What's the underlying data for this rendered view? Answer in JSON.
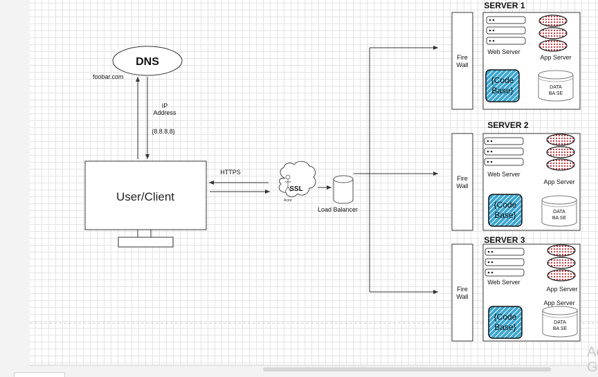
{
  "dns": {
    "label": "DNS",
    "domain_name": "foobar.com"
  },
  "ip": {
    "line1": "IP",
    "line2": "Address",
    "value": "(8.8.8.8)"
  },
  "client": {
    "label": "User/Client"
  },
  "connection": {
    "https": "HTTPS"
  },
  "ssl": {
    "label": "SSL",
    "actor_label": "Actor"
  },
  "load_balancer": {
    "label": "Load Balancer"
  },
  "firewall": {
    "line1": "Fire",
    "line2": "Wall"
  },
  "servers": [
    {
      "title": "SERVER 1",
      "web_label": "Web Server",
      "app_label": "App Server",
      "app_label_2": "",
      "code_line1": "{Code",
      "code_line2": "Base}",
      "db_line1": "DATA",
      "db_line2": "BA SE"
    },
    {
      "title": "SERVER 2",
      "web_label": "Web Server",
      "app_label": "App Server",
      "app_label_2": "",
      "code_line1": "{Code",
      "code_line2": "Base}",
      "db_line1": "DATA",
      "db_line2": "BA SE"
    },
    {
      "title": "SERVER 3",
      "web_label": "Web Server",
      "app_label": "App Server",
      "app_label_2": "App Server",
      "code_line1": "{Code",
      "code_line2": "Base}",
      "db_line1": "DATA",
      "db_line2": "BA SE"
    }
  ],
  "watermark": {
    "line1": "Ac",
    "line2": "Go"
  },
  "colors": {
    "code_fill": "#3aa6d0",
    "app_dots": "#c0262c",
    "line": "#333333"
  }
}
